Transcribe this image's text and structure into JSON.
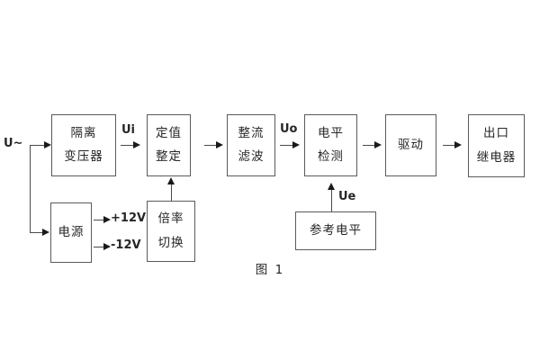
{
  "caption": "图 1",
  "colors": {
    "background": "#ffffff",
    "box_border": "#5a5a5a",
    "line": "#4a4a4a",
    "arrowhead": "#1a1a1a",
    "text": "#262626"
  },
  "blocks": {
    "isolation_transformer": {
      "line1": "隔离",
      "line2": "变压器"
    },
    "value_setting": {
      "line1": "定值",
      "line2": "整定"
    },
    "rectifier_filter": {
      "line1": "整流",
      "line2": "滤波"
    },
    "level_detect": {
      "line1": "电平",
      "line2": "检测"
    },
    "drive": {
      "label": "驱动"
    },
    "output_relay": {
      "line1": "出口",
      "line2": "继电器"
    },
    "power": {
      "label": "电源"
    },
    "ratio_switch": {
      "line1": "倍率",
      "line2": "切换"
    },
    "reference_level": {
      "label": "参考电平"
    }
  },
  "signals": {
    "input": "U~",
    "ui": "Ui",
    "uo": "Uo",
    "ue": "Ue",
    "plus_12v": "+12V",
    "minus_12v": "-12V"
  }
}
